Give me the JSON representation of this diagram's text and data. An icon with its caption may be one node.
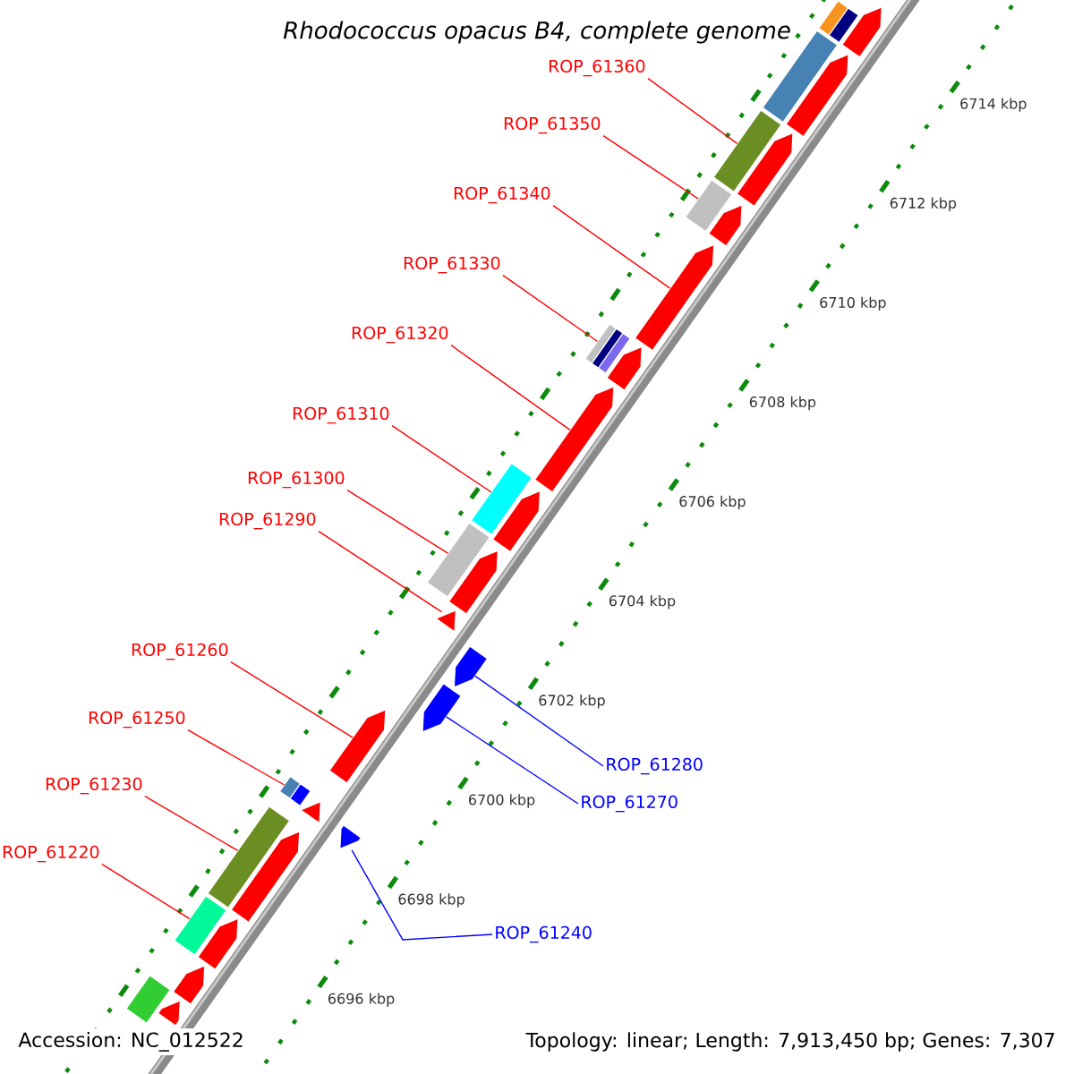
{
  "diagram": {
    "title": "Rhodococcus opacus B4, complete genome",
    "nodes": [
      {
        "text": [
          "ROP_61360"
        ]
      },
      {
        "text": [
          "ROP_61350"
        ]
      },
      {
        "text": [
          "ROP_61340"
        ]
      },
      {
        "text": [
          "ROP_61330"
        ]
      },
      {
        "text": [
          "ROP_61320"
        ]
      },
      {
        "text": [
          "ROP_61310"
        ]
      },
      {
        "text": [
          "ROP_61300"
        ]
      },
      {
        "text": [
          "ROP_61290"
        ]
      },
      {
        "text": [
          "ROP_61260"
        ]
      },
      {
        "text": [
          "ROP_61250"
        ]
      },
      {
        "text": [
          "ROP_61230"
        ]
      },
      {
        "text": [
          "ROP_61220"
        ]
      },
      {
        "text": [
          "ROP_61280"
        ]
      },
      {
        "text": [
          "ROP_61270"
        ]
      },
      {
        "text": [
          "ROP_61240"
        ]
      },
      {
        "text": [],
        "shape": "box"
      },
      {
        "text": [],
        "shape": "arrow"
      },
      {
        "text": [],
        "shape": "box"
      },
      {
        "text": [],
        "shape": "arrow"
      },
      {
        "text": [],
        "shape": "box"
      },
      {
        "text": [],
        "shape": "arrow"
      },
      {
        "text": [],
        "shape": "box"
      },
      {
        "text": [],
        "shape": "arrow"
      },
      {
        "text": [],
        "shape": "arrow"
      },
      {
        "text": [],
        "shape": "box"
      },
      {
        "text": [],
        "shape": "arrow"
      },
      {
        "text": [],
        "shape": "arrow"
      },
      {
        "text": [],
        "shape": "box"
      },
      {
        "text": [],
        "shape": "arrow"
      },
      {
        "text": [],
        "shape": "box"
      },
      {
        "text": [],
        "shape": "arrow"
      },
      {
        "text": [],
        "shape": "arrow"
      },
      {
        "text": [],
        "shape": "arrow"
      },
      {
        "text": [],
        "shape": "arrow"
      },
      {
        "text": [],
        "shape": "arrow"
      },
      {
        "text": [],
        "shape": "box"
      },
      {
        "text": [],
        "shape": "arrow"
      },
      {
        "text": [],
        "shape": "arrow"
      },
      {
        "text": [],
        "shape": "box"
      },
      {
        "text": [],
        "shape": "arrow"
      },
      {
        "text": [],
        "shape": "box"
      },
      {
        "text": [],
        "shape": "arrow"
      },
      {
        "text": [],
        "shape": "arrow"
      },
      {
        "text": [],
        "shape": "box"
      },
      {
        "text": [],
        "shape": "arrow"
      }
    ],
    "edges": [
      {
        "from": 0,
        "to": 19,
        "arrow": "none"
      },
      {
        "from": 1,
        "to": 21,
        "arrow": "none"
      },
      {
        "from": 2,
        "to": 23,
        "arrow": "none"
      },
      {
        "from": 3,
        "to": 24,
        "arrow": "none"
      },
      {
        "from": 4,
        "to": 26,
        "arrow": "none"
      },
      {
        "from": 5,
        "to": 27,
        "arrow": "none"
      },
      {
        "from": 6,
        "to": 29,
        "arrow": "none"
      },
      {
        "from": 7,
        "to": 31,
        "arrow": "none"
      },
      {
        "from": 8,
        "to": 34,
        "arrow": "none"
      },
      {
        "from": 9,
        "to": 35,
        "arrow": "none"
      },
      {
        "from": 10,
        "to": 38,
        "arrow": "none"
      },
      {
        "from": 11,
        "to": 40,
        "arrow": "none"
      },
      {
        "from": 12,
        "to": 32,
        "arrow": "none",
        "color": "#0000ff"
      },
      {
        "from": 13,
        "to": 33,
        "arrow": "none",
        "color": "#0000ff"
      },
      {
        "from": 14,
        "to": 37,
        "arrow": "none",
        "color": "#0000ff"
      }
    ],
    "labels": [
      "6714 kbp",
      "6712 kbp",
      "6710 kbp",
      "6708 kbp",
      "6706 kbp",
      "6704 kbp",
      "6702 kbp",
      "6700 kbp",
      "6698 kbp",
      "6696 kbp",
      "Accession: NC_012522",
      "Topology: linear; Length: 7,913,450 bp; Genes: 7,307"
    ]
  }
}
